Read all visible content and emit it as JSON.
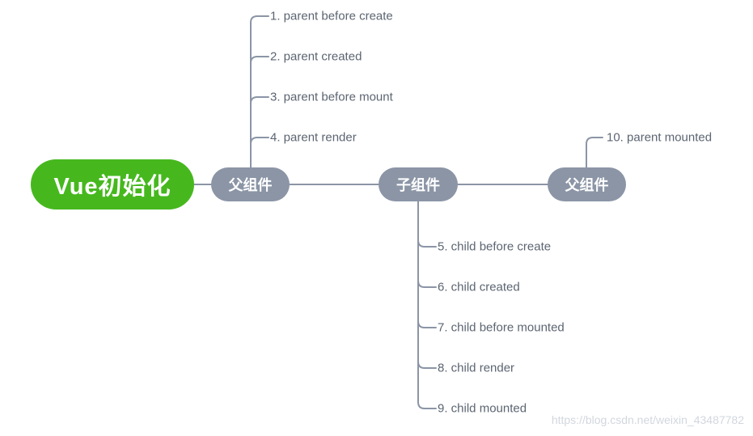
{
  "theme": {
    "canvas_bg": "#ffffff",
    "root_bg": "#46b81e",
    "node_bg": "#8b95a6",
    "line_color": "#8b95a6",
    "node_text": "#ffffff",
    "label_color": "#5c6572",
    "watermark_color": "#d2d7de"
  },
  "diagram": {
    "root": {
      "label": "Vue初始化"
    },
    "nodes": {
      "parent1": {
        "label": "父组件"
      },
      "child": {
        "label": "子组件"
      },
      "parent2": {
        "label": "父组件"
      }
    },
    "top_branch": {
      "items": [
        "1. parent before create",
        "2. parent created",
        "3. parent before mount",
        "4. parent render"
      ]
    },
    "bottom_branch": {
      "items": [
        "5. child before create",
        "6. child created",
        "7. child before mounted",
        "8. child render",
        "9. child mounted"
      ]
    },
    "right_branch": {
      "items": [
        "10. parent mounted"
      ]
    },
    "watermark": "https://blog.csdn.net/weixin_43487782"
  }
}
